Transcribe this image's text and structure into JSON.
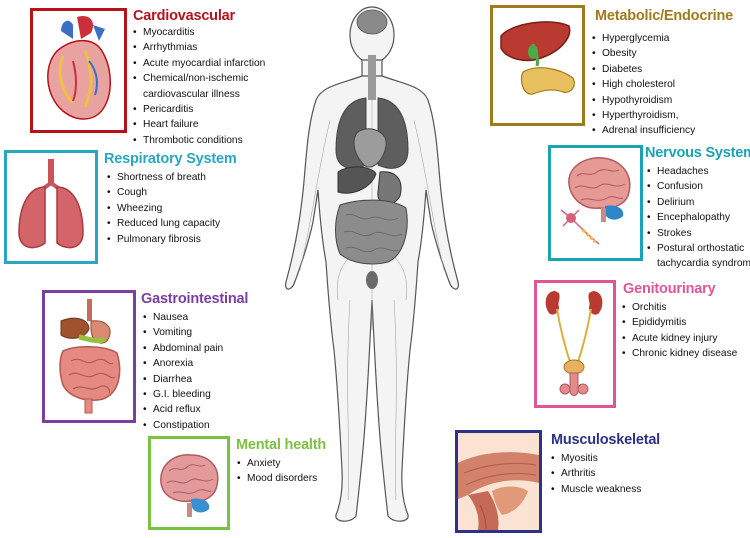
{
  "colors": {
    "cardiovascular": "#b5121b",
    "respiratory": "#2aa7c0",
    "gastrointestinal": "#7b3fa0",
    "mental_health": "#7cc142",
    "metabolic": "#a07a1c",
    "nervous": "#1aa3b0",
    "genitourinary": "#e0559a",
    "musculoskeletal": "#2e3188"
  },
  "cardiovascular": {
    "title": "Cardiovascular",
    "icon": "heart-illustration",
    "items": [
      "Myocarditis",
      "Arrhythmias",
      "Acute myocardial infarction",
      "Chemical/non-ischemic",
      "cardiovascular illness",
      "Pericarditis",
      "Heart failure",
      "Thrombotic conditions"
    ]
  },
  "respiratory": {
    "title": "Respiratory System",
    "icon": "lungs-illustration",
    "items": [
      "Shortness of breath",
      "Cough",
      "Wheezing",
      "Reduced lung capacity",
      "Pulmonary fibrosis"
    ]
  },
  "gastrointestinal": {
    "title": "Gastrointestinal",
    "icon": "digestive-system-illustration",
    "items": [
      "Nausea",
      "Vomiting",
      "Abdominal pain",
      "Anorexia",
      "Diarrhea",
      "G.I. bleeding",
      "Acid reflux",
      "Constipation"
    ]
  },
  "mental_health": {
    "title": "Mental health",
    "icon": "brain-illustration",
    "items": [
      "Anxiety",
      "Mood disorders"
    ]
  },
  "metabolic": {
    "title": "Metabolic/Endocrine",
    "icon": "liver-pancreas-illustration",
    "items": [
      "Hyperglycemia",
      "Obesity",
      "Diabetes",
      "High cholesterol",
      "Hypothyroidism",
      "Hyperthyroidism,",
      "Adrenal insufficiency"
    ]
  },
  "nervous": {
    "title": "Nervous System",
    "icon": "brain-neuron-illustration",
    "items": [
      "Headaches",
      "Confusion",
      "Delirium",
      "Encephalopathy",
      "Strokes",
      "Postural orthostatic",
      "tachycardia syndrome"
    ]
  },
  "genitourinary": {
    "title": "Genitourinary",
    "icon": "kidneys-bladder-illustration",
    "items": [
      "Orchitis",
      "Epididymitis",
      "Acute kidney injury",
      "Chronic kidney disease"
    ]
  },
  "musculoskeletal": {
    "title": "Musculoskeletal",
    "icon": "muscle-illustration",
    "items": [
      "Myositis",
      "Arthritis",
      "Muscle weakness"
    ]
  }
}
